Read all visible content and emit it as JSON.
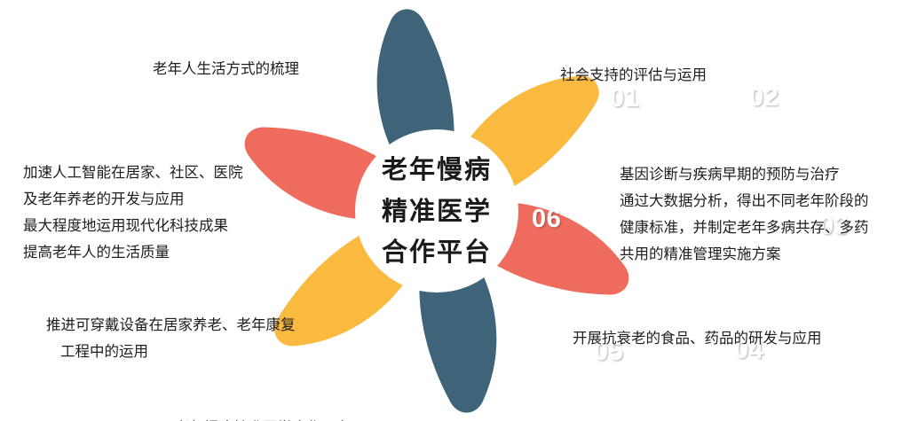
{
  "graphic": {
    "type": "pinwheel-cycle-diagram",
    "segment_count": 6,
    "colors": {
      "blue": "#3f6378",
      "yellow": "#f9ba3f",
      "red": "#ef6b5e",
      "background": "#ffffff",
      "text": "#1d1d1d",
      "number_text": "#ffffff"
    }
  },
  "center": {
    "line1": "老年慢病",
    "line2": "精准医学",
    "line3": "合作平台"
  },
  "segments": [
    {
      "number": "01",
      "color": "#3f6378",
      "lines": [
        "老年人生活方式的梳理"
      ]
    },
    {
      "number": "02",
      "color": "#f9ba3f",
      "lines": [
        "社会支持的评估与运用"
      ]
    },
    {
      "number": "03",
      "color": "#ef6b5e",
      "lines": [
        "基因诊断与疾病早期的预防与治疗",
        "通过大数据分析，得出不同老年阶段的",
        "健康标准，并制定老年多病共存、多药",
        "共用的精准管理实施方案"
      ]
    },
    {
      "number": "04",
      "color": "#3f6378",
      "lines": [
        "开展抗衰老的食品、药品的研发与应用"
      ]
    },
    {
      "number": "05",
      "color": "#f9ba3f",
      "lines": [
        "推进可穿戴设备在居家养老、老年康复",
        "工程中的运用"
      ]
    },
    {
      "number": "06",
      "color": "#ef6b5e",
      "lines": [
        "加速人工智能在居家、社区、医院",
        "及老年养老的开发与应用",
        "最大程度地运用现代化科技成果",
        "提高老年人的生活质量"
      ]
    }
  ],
  "bottom_cut_text": "老年慢病精准医学合作平台"
}
